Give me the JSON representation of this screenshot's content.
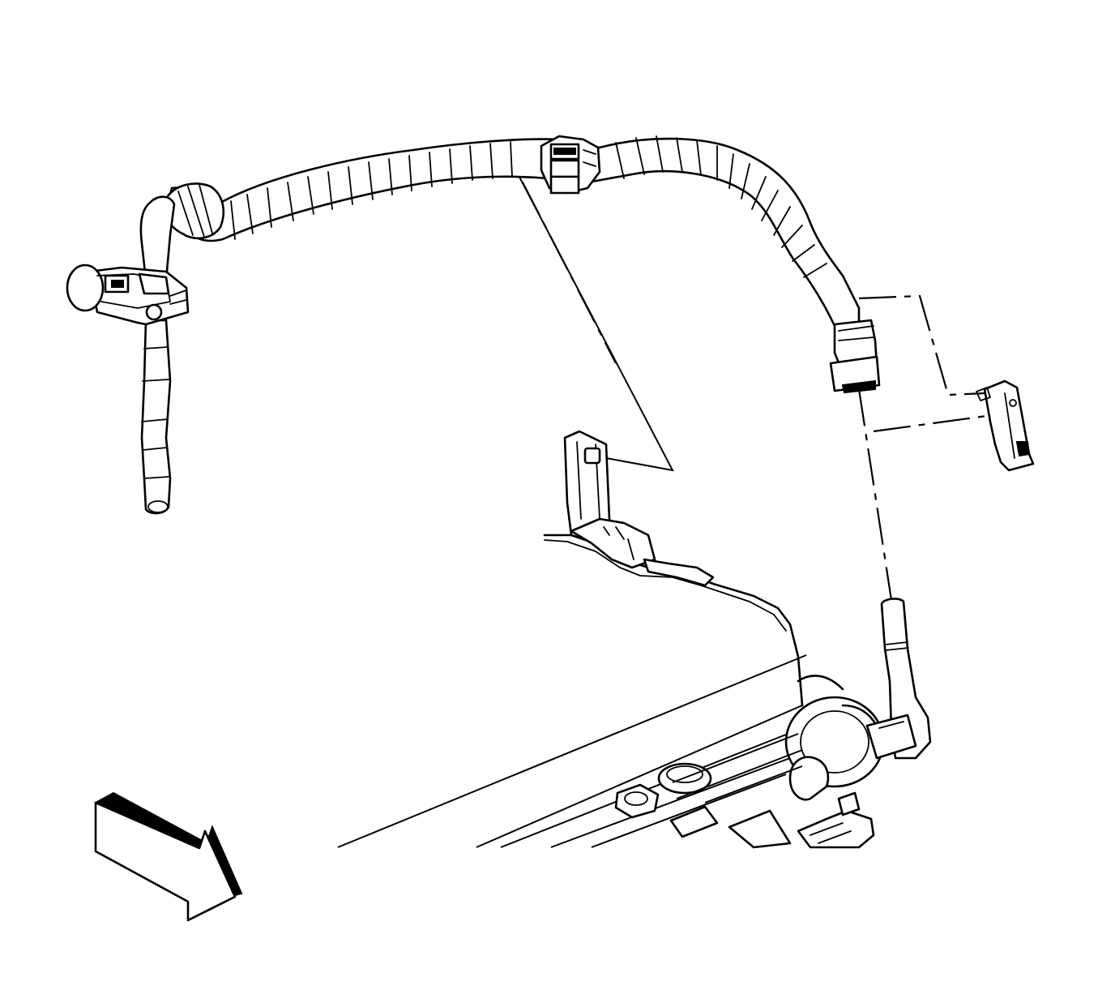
{
  "diagram": {
    "components": [
      {
        "id": "harness",
        "icon": "wiring-harness-icon"
      },
      {
        "id": "left-connector",
        "icon": "electrical-connector-icon"
      },
      {
        "id": "top-connector",
        "icon": "harness-clip-icon"
      },
      {
        "id": "right-bracket",
        "icon": "mounting-bracket-icon"
      },
      {
        "id": "center-bracket",
        "icon": "mounting-bracket-icon"
      },
      {
        "id": "engine-component",
        "icon": "engine-icon"
      },
      {
        "id": "direction-arrow",
        "icon": "arrow-icon"
      }
    ],
    "colors": {
      "ink": "#000000",
      "paper": "#ffffff"
    }
  }
}
